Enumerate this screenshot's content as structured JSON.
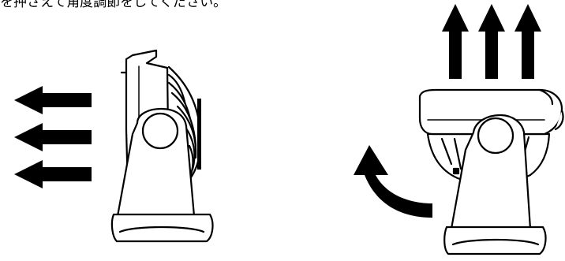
{
  "caption": "を押さえて角度調節をしてください。",
  "colors": {
    "ink": "#000000",
    "paper": "#ffffff"
  },
  "figures": [
    {
      "name": "fan-horizontal",
      "airflow_direction": "left",
      "arrow_count": 3
    },
    {
      "name": "fan-tilted-up",
      "airflow_direction": "up",
      "arrow_count": 3,
      "rotation_hint": "curved-arrow"
    }
  ]
}
